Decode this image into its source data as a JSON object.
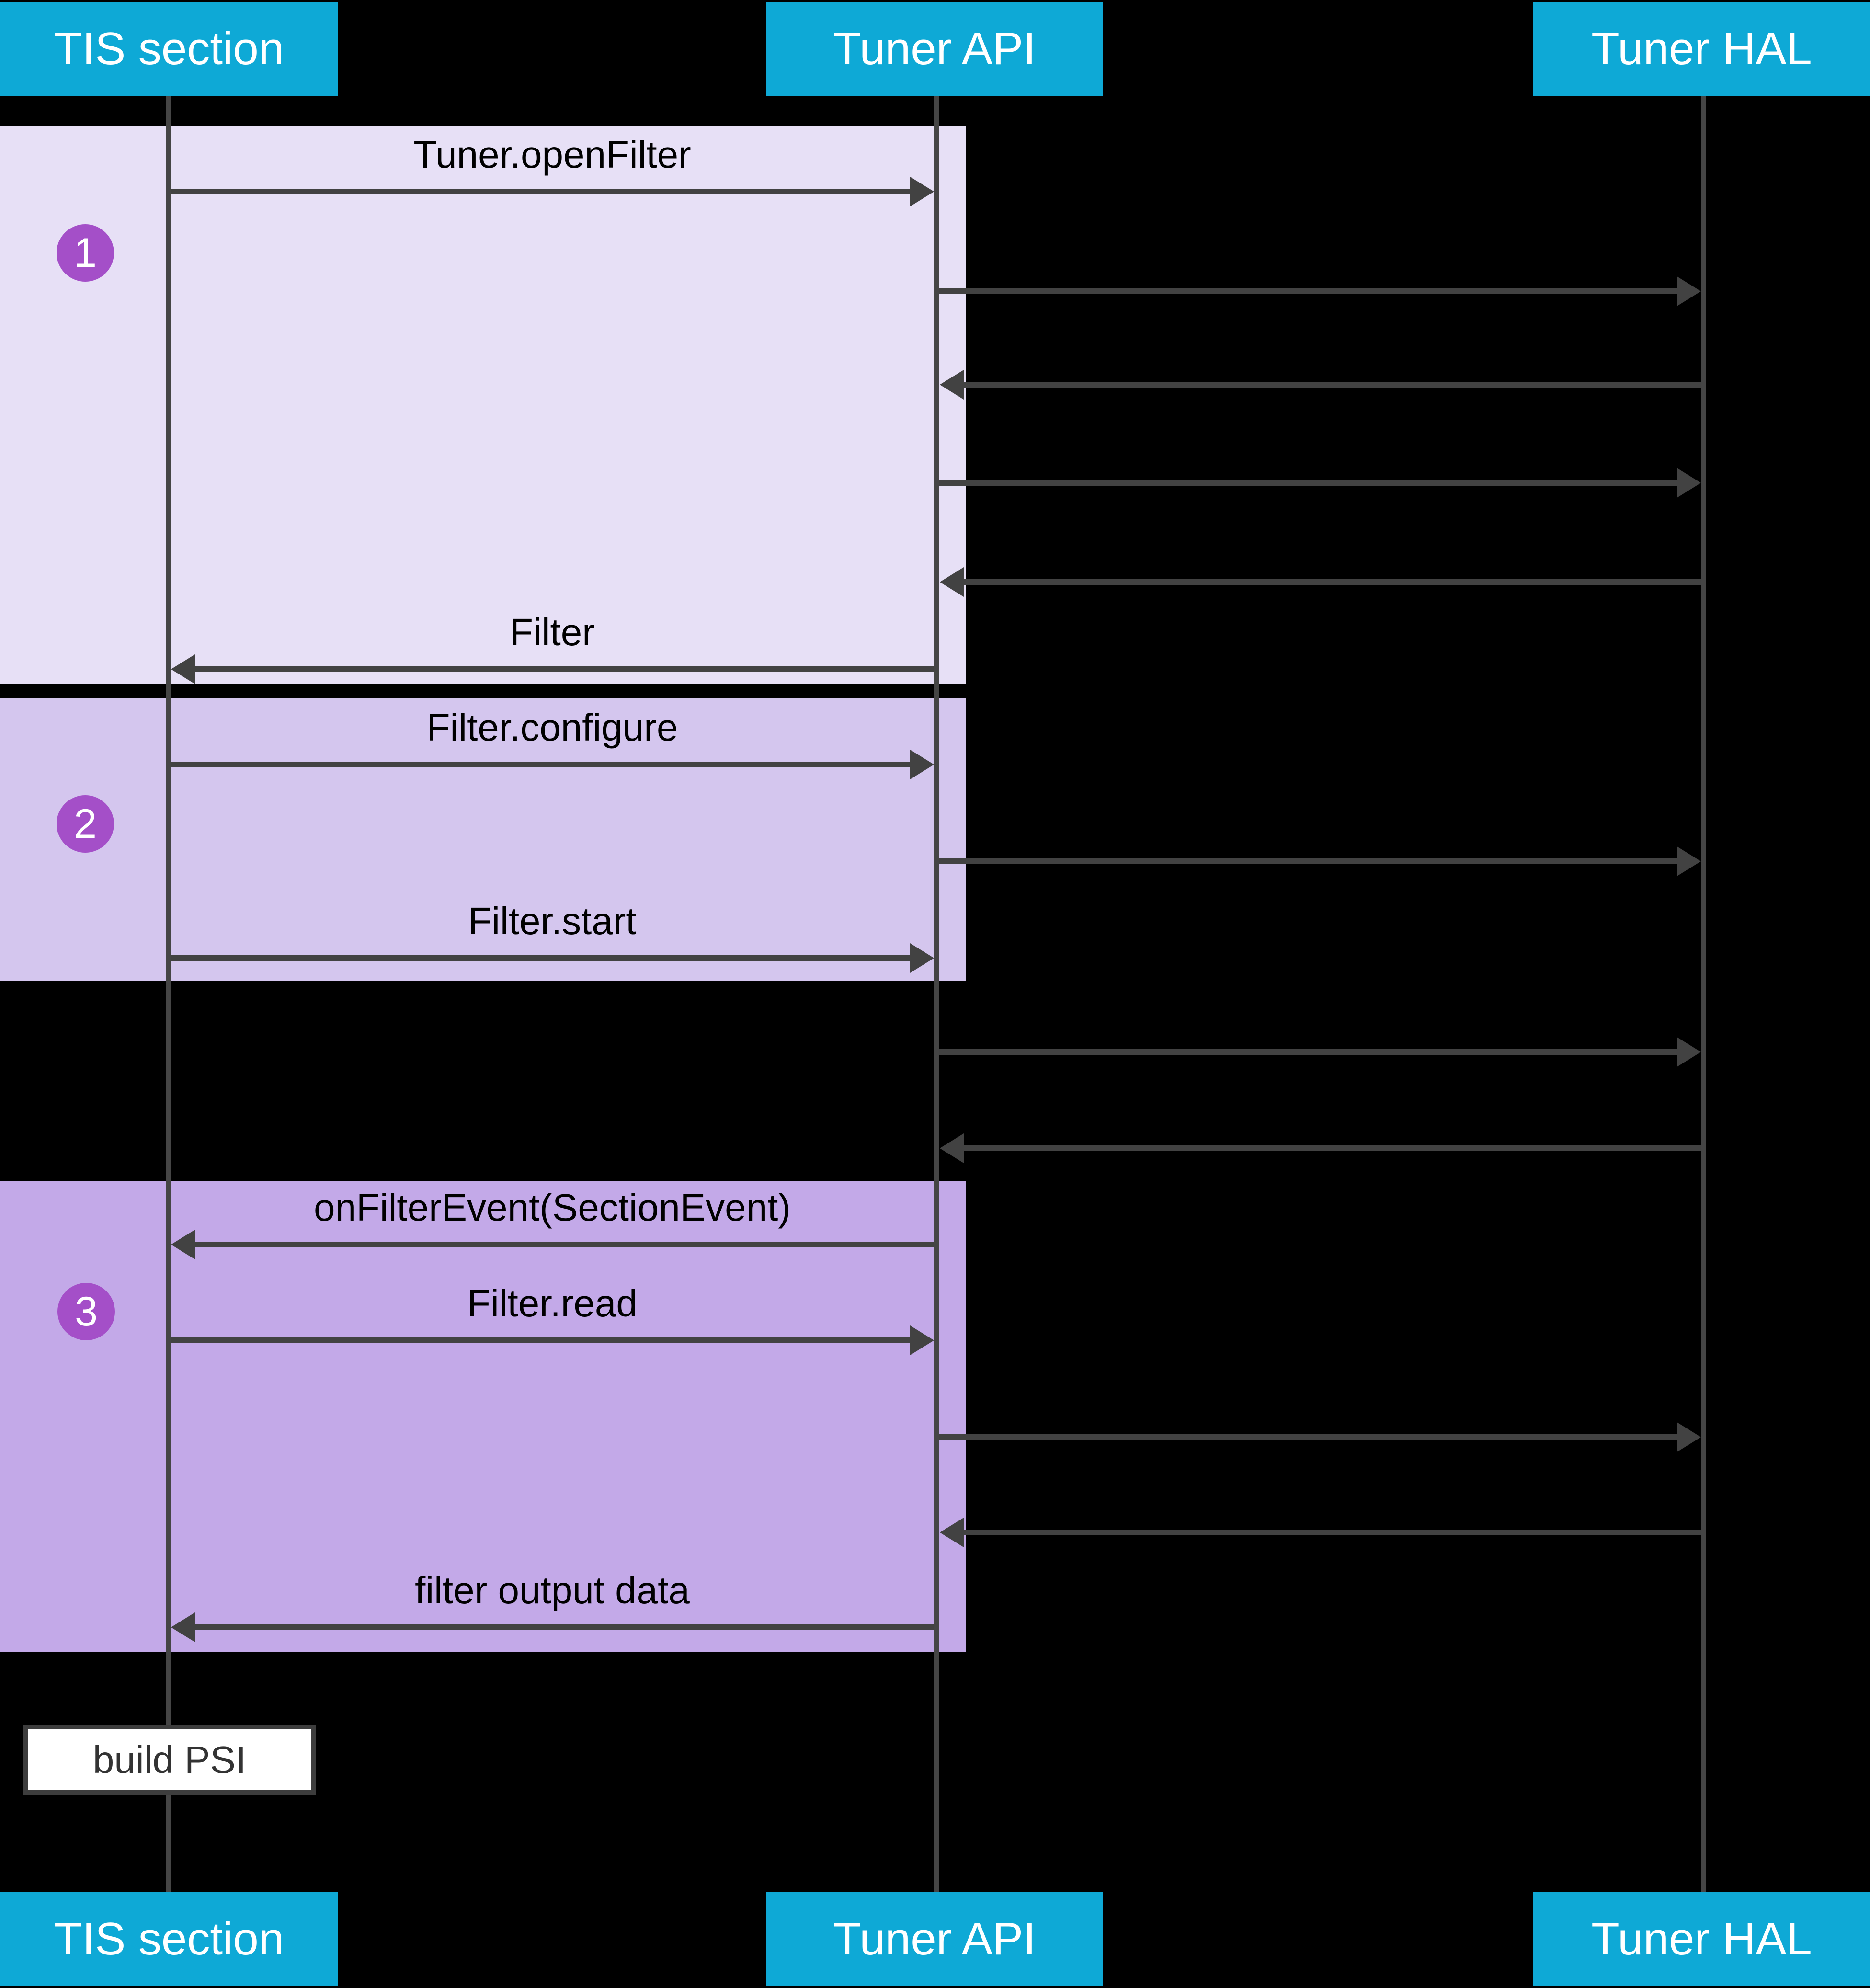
{
  "participants": [
    {
      "label": "TIS section"
    },
    {
      "label": "Tuner API"
    },
    {
      "label": "Tuner HAL"
    }
  ],
  "steps": [
    {
      "number": "1"
    },
    {
      "number": "2"
    },
    {
      "number": "3"
    }
  ],
  "messages": {
    "open_filter": "Tuner.openFilter",
    "filter_return": "Filter",
    "configure": "Filter.configure",
    "start": "Filter.start",
    "on_filter_event": "onFilterEvent(SectionEvent)",
    "read": "Filter.read",
    "output": "filter output data"
  },
  "note": {
    "label": "build PSI"
  },
  "colors": {
    "background": "#000000",
    "participant_header": "#0EA9D6",
    "section_1": "#E7E0F6",
    "section_2": "#D4C6EE",
    "section_3": "#C3A9E8",
    "step_badge": "#A44FC8",
    "lines_and_arrows": "#424242",
    "note_background": "#FFFFFF"
  }
}
